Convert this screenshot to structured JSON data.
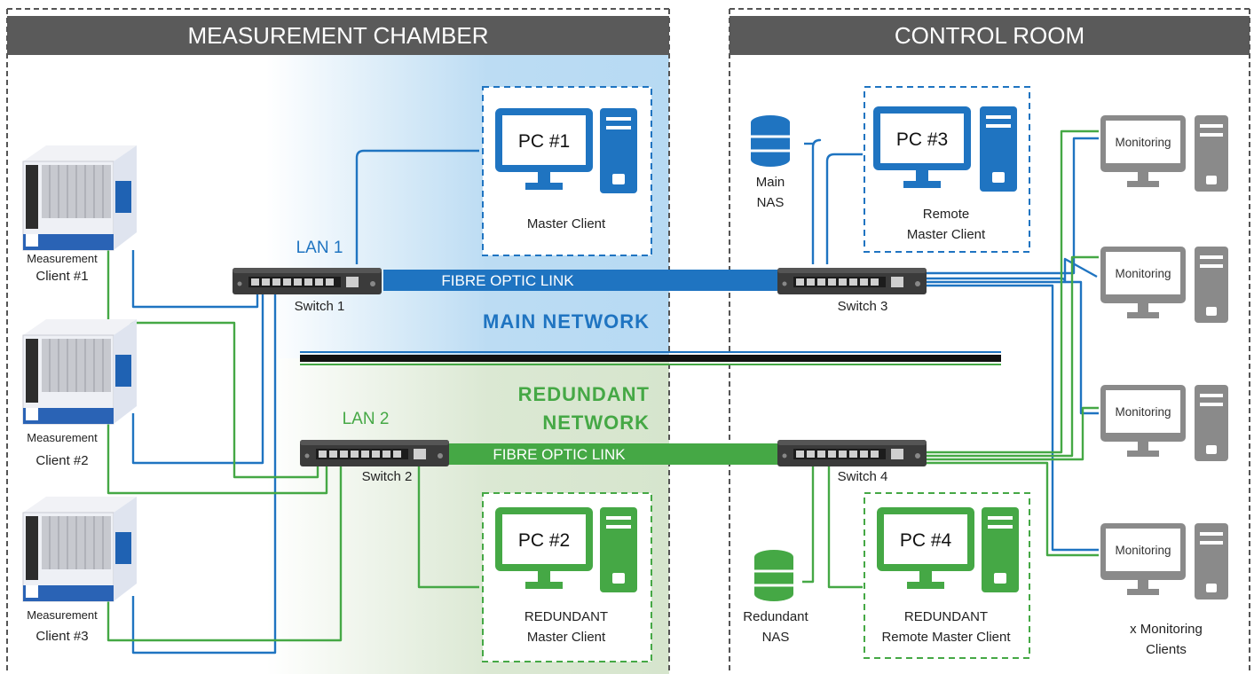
{
  "zones": {
    "left_header": "MEASUREMENT CHAMBER",
    "right_header": "CONTROL ROOM"
  },
  "networks": {
    "main_label": "MAIN NETWORK",
    "redundant_label_line1": "REDUNDANT",
    "redundant_label_line2": "NETWORK",
    "lan1": "LAN 1",
    "lan2": "LAN 2",
    "fibre_main": "FIBRE OPTIC LINK",
    "fibre_redundant": "FIBRE OPTIC LINK"
  },
  "switches": [
    "Switch 1",
    "Switch 2",
    "Switch 3",
    "Switch 4"
  ],
  "measurement_clients": [
    {
      "line1": "Measurement",
      "line2": "Client #1"
    },
    {
      "line1": "Measurement",
      "line2": "Client #2"
    },
    {
      "line1": "Measurement",
      "line2": "Client #3"
    }
  ],
  "pcs": [
    {
      "label": "PC #1",
      "caption1": "Master Client",
      "caption2": ""
    },
    {
      "label": "PC #2",
      "caption1": "REDUNDANT",
      "caption2": "Master Client"
    },
    {
      "label": "PC #3",
      "caption1": "Remote",
      "caption2": "Master Client"
    },
    {
      "label": "PC #4",
      "caption1": "REDUNDANT",
      "caption2": "Remote Master Client"
    }
  ],
  "nas": [
    {
      "line1": "Main",
      "line2": "NAS"
    },
    {
      "line1": "Redundant",
      "line2": "NAS"
    }
  ],
  "monitoring": {
    "screen_label": "Monitoring",
    "caption1": "x Monitoring",
    "caption2": "Clients"
  },
  "colors": {
    "blue": "#1f74c1",
    "green": "#45a845",
    "grey": "#8a8a8a",
    "header_bg": "#5a5a5a",
    "main_bg": "#bcdcf3",
    "redundant_bg": "#dbe8d3"
  }
}
